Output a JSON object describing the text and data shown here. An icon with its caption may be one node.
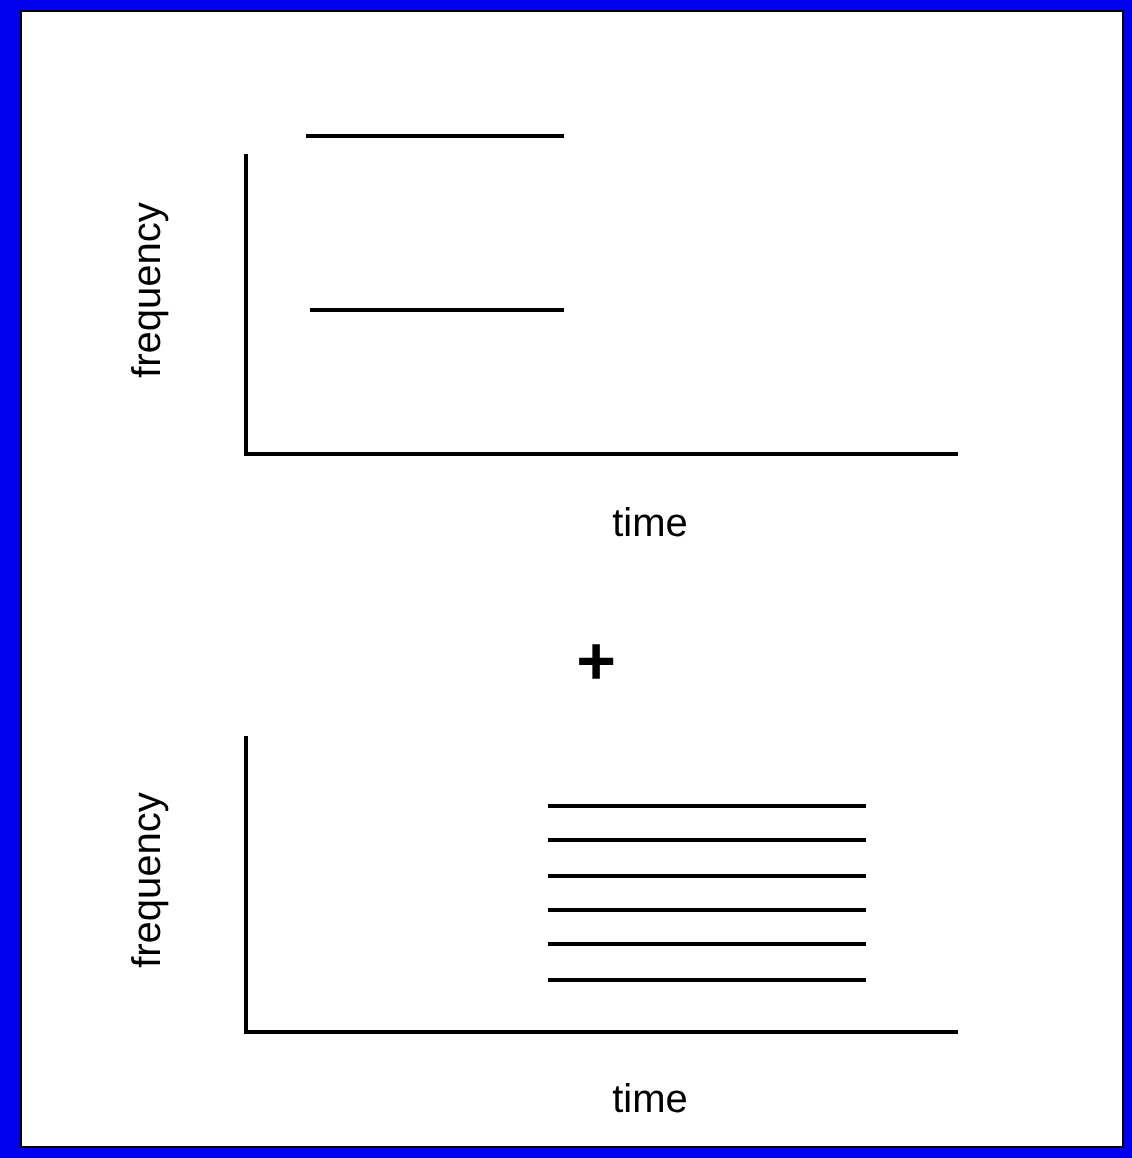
{
  "diagram": {
    "labels": [
      "frequency",
      "time",
      "+",
      "frequency",
      "time"
    ]
  }
}
